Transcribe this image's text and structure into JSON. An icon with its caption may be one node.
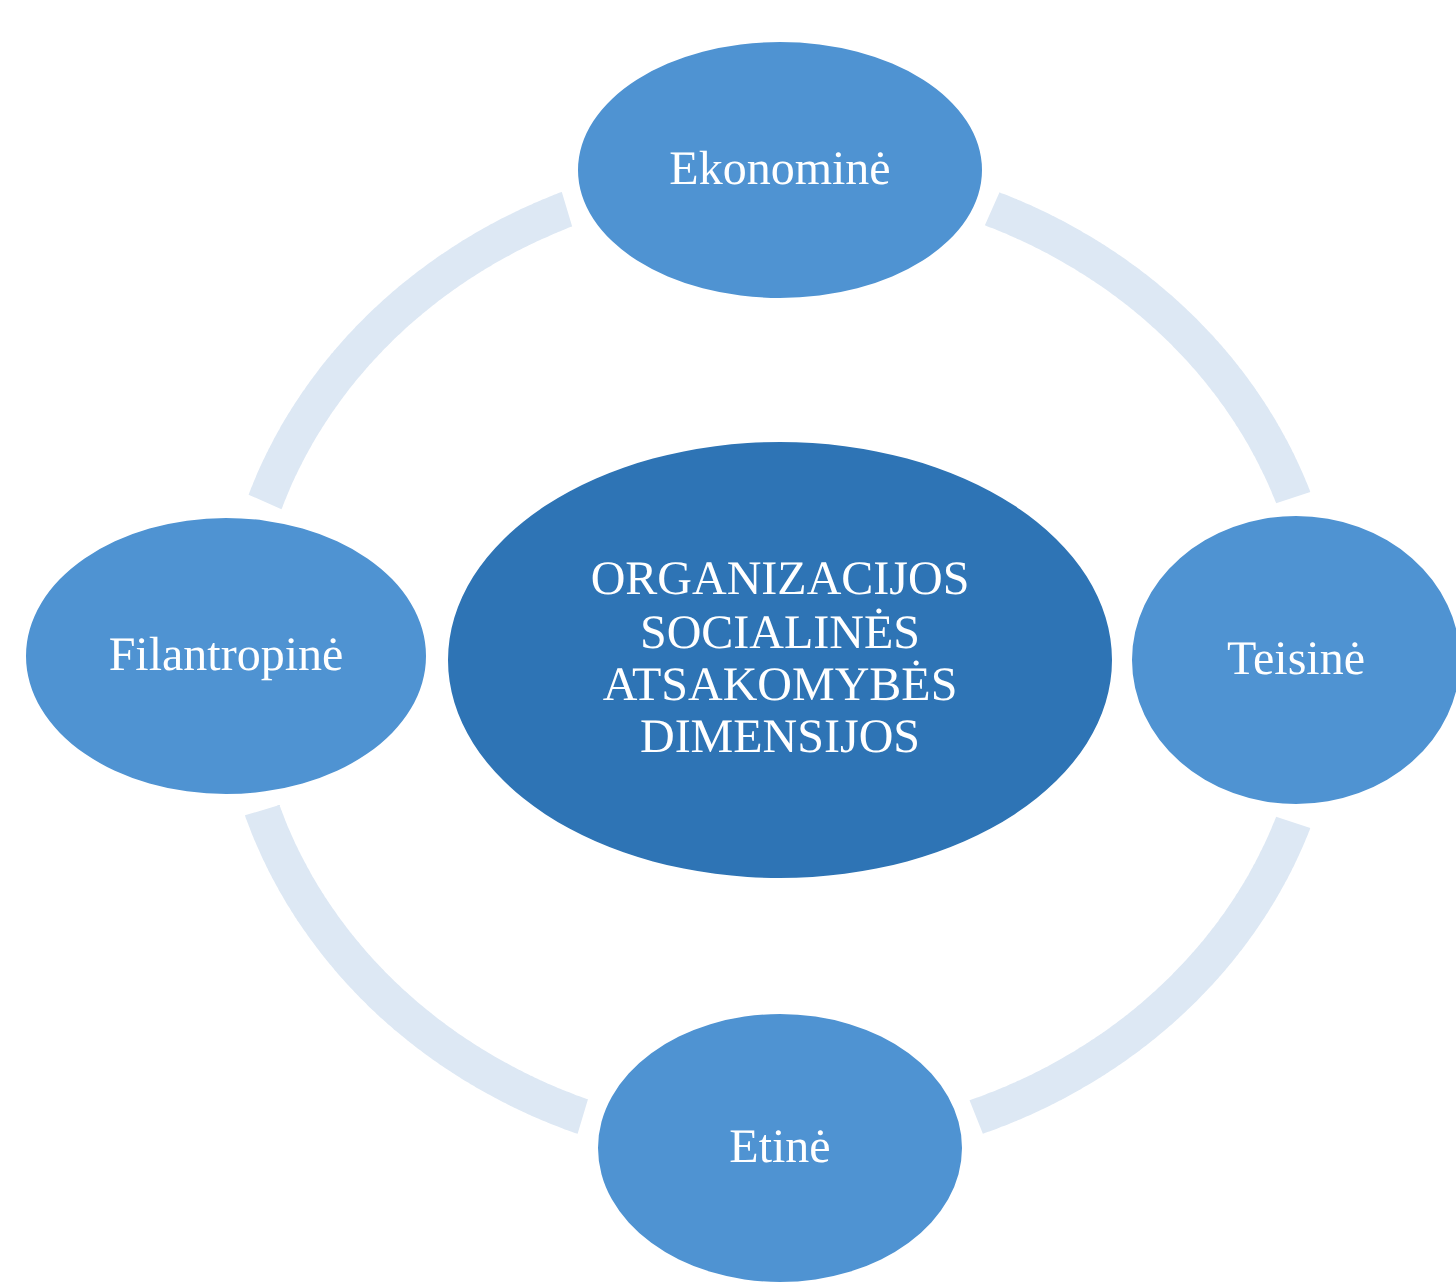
{
  "diagram": {
    "nodes": [
      {
        "text": [
          "ORGANIZACIJOS SOCIALINĖS ATSAKOMYBĖS DIMENSIJOS"
        ]
      },
      {
        "text": [
          "Ekonominė"
        ]
      },
      {
        "text": [
          "Teisinė"
        ]
      },
      {
        "text": [
          "Etinė"
        ]
      },
      {
        "text": [
          "Filantropinė"
        ]
      }
    ],
    "edges": [
      {
        "from": 1,
        "to": 2,
        "arrow": "none"
      },
      {
        "from": 2,
        "to": 3,
        "arrow": "none"
      },
      {
        "from": 3,
        "to": 4,
        "arrow": "none"
      },
      {
        "from": 4,
        "to": 1,
        "arrow": "none"
      }
    ]
  }
}
